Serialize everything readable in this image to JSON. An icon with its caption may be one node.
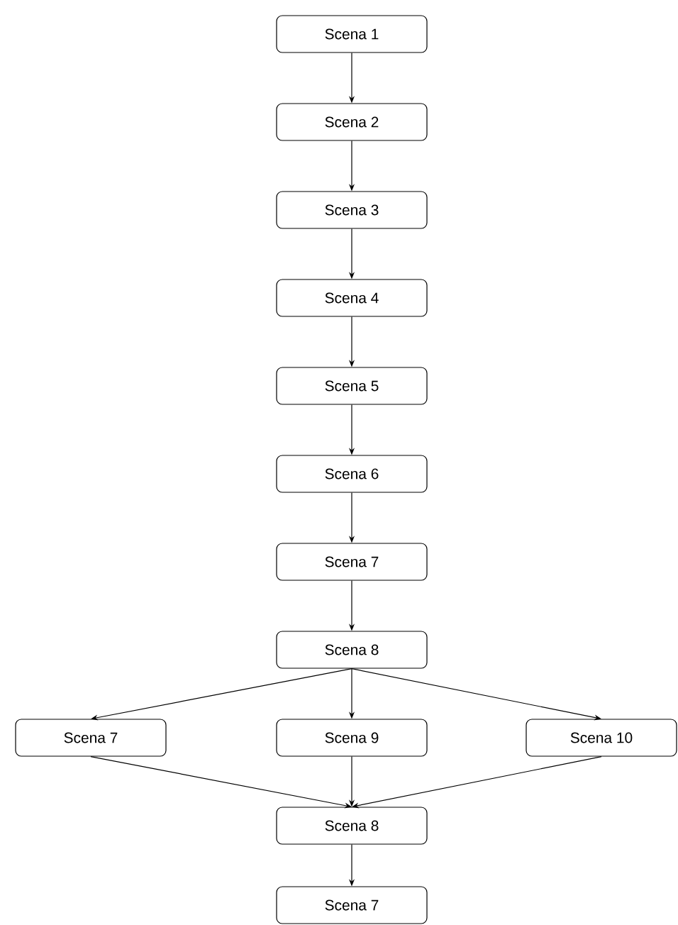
{
  "diagram": {
    "nodes": [
      {
        "text": [
          "Scena 1"
        ]
      },
      {
        "text": [
          "Scena 2"
        ]
      },
      {
        "text": [
          "Scena 3"
        ]
      },
      {
        "text": [
          "Scena 4"
        ]
      },
      {
        "text": [
          "Scena 5"
        ]
      },
      {
        "text": [
          "Scena 6"
        ]
      },
      {
        "text": [
          "Scena 7"
        ]
      },
      {
        "text": [
          "Scena 8"
        ]
      },
      {
        "text": [
          "Scena 7"
        ]
      },
      {
        "text": [
          "Scena 9"
        ]
      },
      {
        "text": [
          "Scena 10"
        ]
      },
      {
        "text": [
          "Scena 8"
        ]
      },
      {
        "text": [
          "Scena 7"
        ]
      }
    ],
    "edges": [
      {
        "from": 0,
        "to": 1,
        "arrow": "to"
      },
      {
        "from": 1,
        "to": 2,
        "arrow": "to"
      },
      {
        "from": 2,
        "to": 3,
        "arrow": "to"
      },
      {
        "from": 3,
        "to": 4,
        "arrow": "to"
      },
      {
        "from": 4,
        "to": 5,
        "arrow": "to"
      },
      {
        "from": 5,
        "to": 6,
        "arrow": "to"
      },
      {
        "from": 6,
        "to": 7,
        "arrow": "to"
      },
      {
        "from": 7,
        "to": 8,
        "arrow": "to"
      },
      {
        "from": 7,
        "to": 9,
        "arrow": "to"
      },
      {
        "from": 7,
        "to": 10,
        "arrow": "to"
      },
      {
        "from": 8,
        "to": 11,
        "arrow": "to"
      },
      {
        "from": 9,
        "to": 11,
        "arrow": "to"
      },
      {
        "from": 10,
        "to": 11,
        "arrow": "to"
      },
      {
        "from": 11,
        "to": 12,
        "arrow": "to"
      }
    ]
  }
}
